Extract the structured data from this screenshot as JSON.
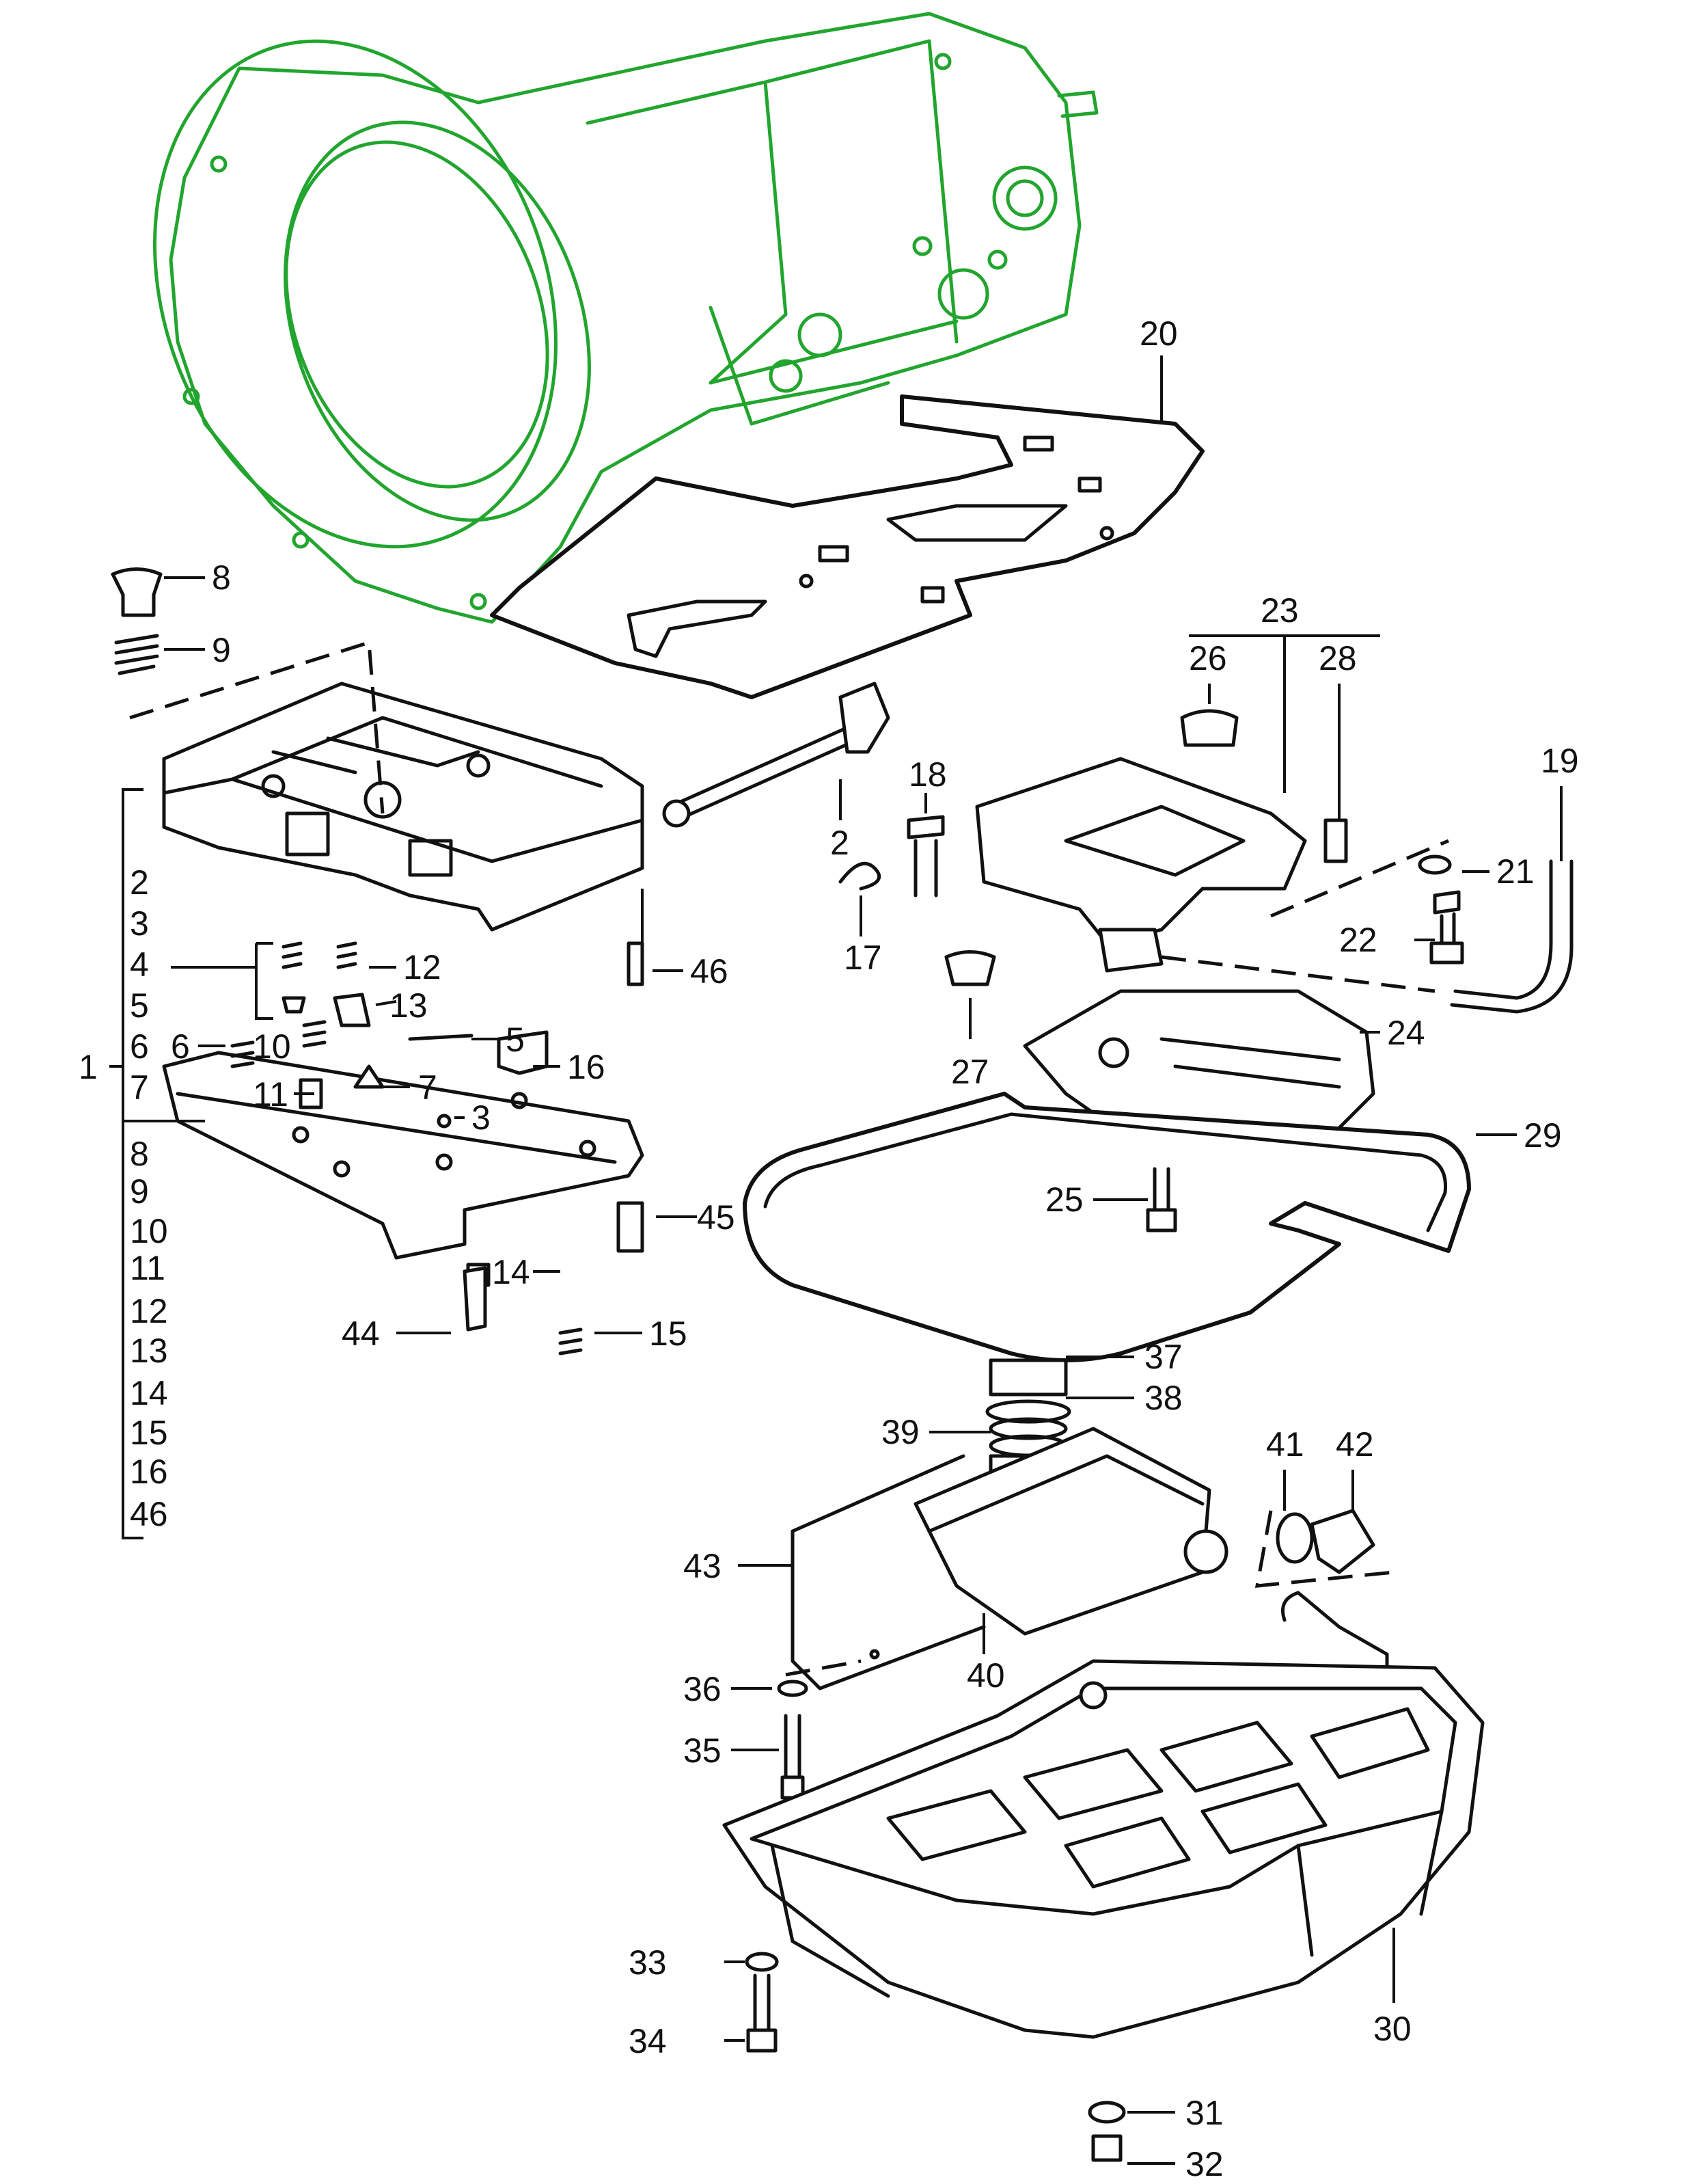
{
  "colors": {
    "ink": "#111111",
    "housing": "#22a52e",
    "background": "#ffffff"
  },
  "callouts": {
    "n1": "1",
    "n2": "2",
    "n3": "3",
    "n4": "4",
    "n5": "5",
    "n6": "6",
    "n7": "7",
    "n8": "8",
    "n9": "9",
    "n10": "10",
    "n11": "11",
    "n12": "12",
    "n13": "13",
    "n14": "14",
    "n15": "15",
    "n16": "16",
    "n17": "17",
    "n18": "18",
    "n19": "19",
    "n20": "20",
    "n21": "21",
    "n22": "22",
    "n23": "23",
    "n24": "24",
    "n25": "25",
    "n26": "26",
    "n27": "27",
    "n28": "28",
    "n29": "29",
    "n30": "30",
    "n31": "31",
    "n32": "32",
    "n33": "33",
    "n34": "34",
    "n35": "35",
    "n36": "36",
    "n37": "37",
    "n38": "38",
    "n39": "39",
    "n40": "40",
    "n41": "41",
    "n42": "42",
    "n43": "43",
    "n44": "44",
    "n45": "45",
    "n46": "46"
  },
  "kit_list": [
    "2",
    "3",
    "4",
    "5",
    "6",
    "7",
    "8",
    "9",
    "10",
    "11",
    "12",
    "13",
    "14",
    "15",
    "16",
    "46"
  ]
}
